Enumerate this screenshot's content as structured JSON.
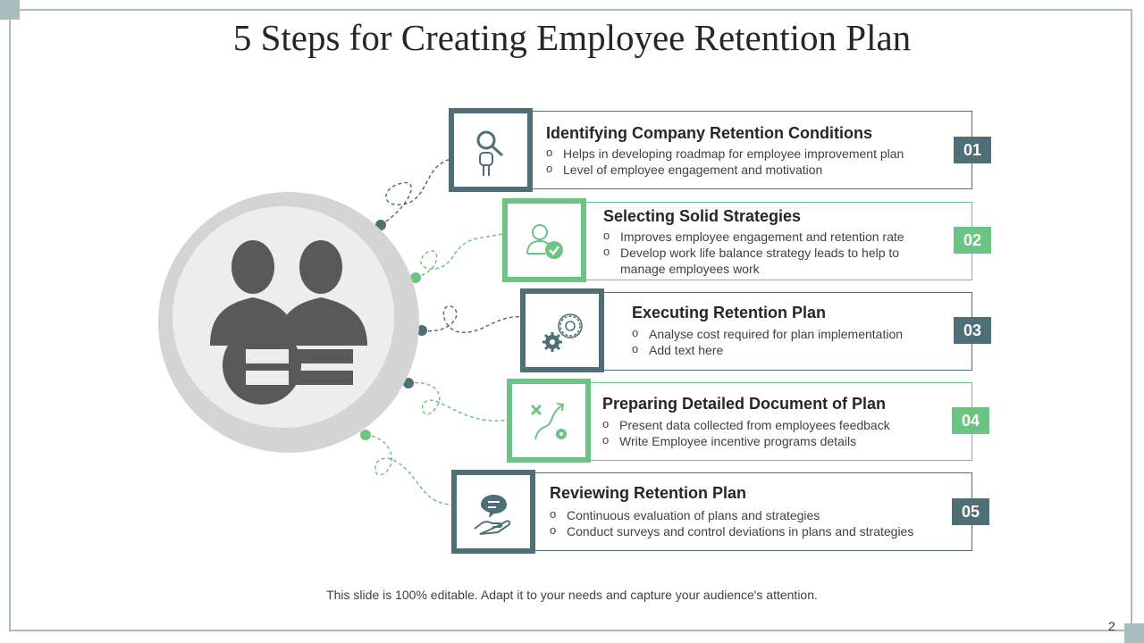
{
  "title": "5 Steps for Creating Employee Retention Plan",
  "footer": "This slide is 100% editable. Adapt it to your needs and capture your audience's attention.",
  "page_number": "2",
  "colors": {
    "dark": "#4f6f77",
    "green": "#6cc484",
    "frame": "#a9bdbe"
  },
  "hub_icon": "team-wrench-icon",
  "steps": [
    {
      "number": "01",
      "title": "Identifying Company Retention Conditions",
      "bullets": [
        "Helps in developing roadmap for employee improvement plan",
        "Level of employee engagement and motivation"
      ],
      "icon": "search-person-icon"
    },
    {
      "number": "02",
      "title": "Selecting Solid Strategies",
      "bullets": [
        "Improves employee engagement and retention rate",
        "Develop work life balance strategy leads to help to manage employees work"
      ],
      "icon": "user-check-icon"
    },
    {
      "number": "03",
      "title": "Executing Retention Plan",
      "bullets": [
        "Analyse cost required for plan implementation",
        "Add text here"
      ],
      "icon": "gears-icon"
    },
    {
      "number": "04",
      "title": "Preparing Detailed Document of Plan",
      "bullets": [
        "Present data collected from employees feedback",
        "Write Employee incentive programs details"
      ],
      "icon": "strategy-icon"
    },
    {
      "number": "05",
      "title": "Reviewing Retention Plan",
      "bullets": [
        "Continuous evaluation of plans and strategies",
        "Conduct surveys and control deviations in plans and strategies"
      ],
      "icon": "hand-chat-icon"
    }
  ]
}
